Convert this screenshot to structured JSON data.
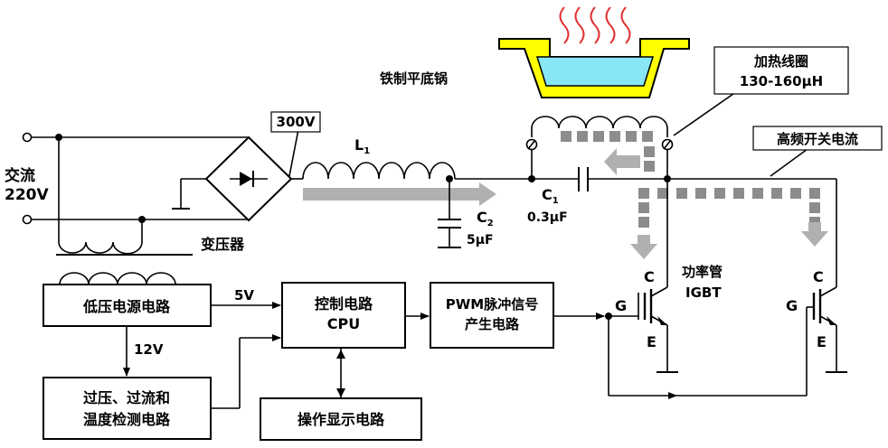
{
  "labels": {
    "ac_line1": "交流",
    "ac_line2": "220V",
    "voltage_300": "300V",
    "inductor": "L",
    "inductor_sub": "1",
    "cap2": "C",
    "cap2_sub": "2",
    "cap2_value": "5μF",
    "cap1": "C",
    "cap1_sub": "1",
    "cap1_value": "0.3μF",
    "pot": "铁制平底锅",
    "coil_line1": "加热线圈",
    "coil_line2": "130-160μH",
    "hf_current": "高频开关电流",
    "transformer": "变压器",
    "igbt_line1": "功率管",
    "igbt_line2": "IGBT",
    "c1_label": "C",
    "g1_label": "G",
    "e1_label": "E",
    "c2_label": "C",
    "g2_label": "G",
    "e2_label": "E",
    "v5": "5V",
    "v12": "12V"
  },
  "blocks": {
    "low_voltage": "低压电源电路",
    "cpu_line1": "控制电路",
    "cpu_line2": "CPU",
    "pwm_line1": "PWM脉冲信号",
    "pwm_line2": "产生电路",
    "protect_line1": "过压、过流和",
    "protect_line2": "温度检测电路",
    "display": "操作显示电路"
  },
  "colors": {
    "water": "#88e6f5",
    "pot_fill": "#ffff00",
    "steam": "#e03030",
    "arrow_fill": "#b0b0b0",
    "current_square": "#8c8c8c"
  }
}
